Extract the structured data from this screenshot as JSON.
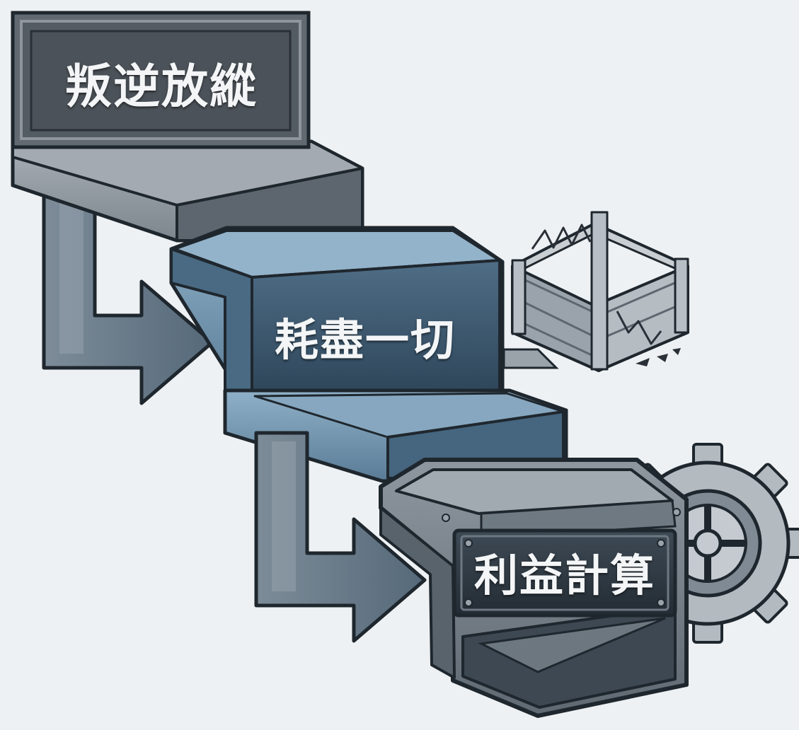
{
  "steps": [
    {
      "label": "叛逆放縱",
      "icon": "none"
    },
    {
      "label": "耗盡一切",
      "icon": "broken-fence-icon"
    },
    {
      "label": "利益計算",
      "icon": "gear-icon"
    }
  ],
  "corner_mark": "「",
  "colors": {
    "background": "#eef1f3",
    "step1": "#6b737b",
    "step2": "#5b7a94",
    "step3": "#56636f",
    "outline": "#1f272e",
    "arrow": "#4d6274"
  }
}
